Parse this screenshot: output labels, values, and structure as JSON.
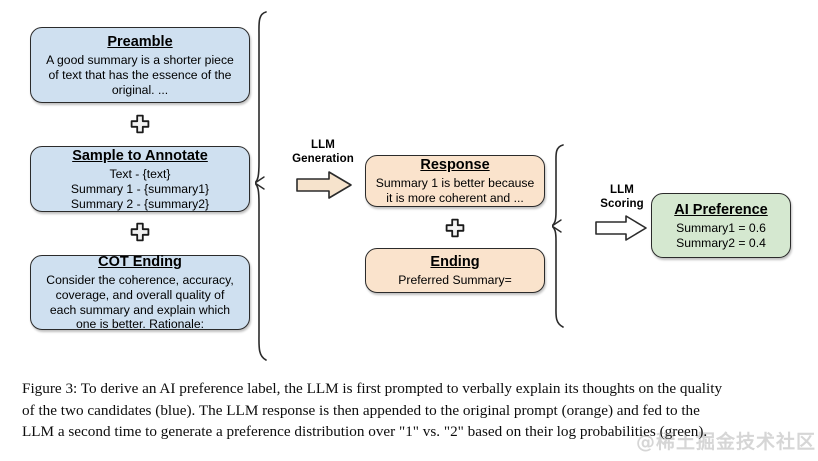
{
  "figure": {
    "number": "Figure 3",
    "caption_lines": [
      "Figure 3: To derive an AI preference label, the LLM is first prompted to verbally explain its thoughts on the quality",
      "of the two candidates (blue). The LLM response is then appended to the original prompt (orange) and fed to the",
      "LLM a second time to generate a preference distribution over \"1\" vs. \"2\" based on their log probabilities (green)."
    ],
    "watermark": "@稀土掘金技术社区"
  },
  "colors": {
    "blue": "#cfe0f0",
    "peach": "#fae3cc",
    "green": "#d5e8d0",
    "outline": "#2b2b2b",
    "arrow_fill_generation": "#f6e3cc",
    "arrow_fill_scoring": "#ffffff"
  },
  "prompt_column": {
    "boxes": [
      {
        "title": "Preamble",
        "lines": [
          "A good summary is a shorter piece",
          "of text that has the essence of the",
          "original. ..."
        ]
      },
      {
        "title": "Sample to Annotate",
        "lines": [
          "Text - {text}",
          "Summary 1 - {summary1}",
          "Summary 2 - {summary2}"
        ]
      },
      {
        "title": "COT Ending",
        "lines": [
          "Consider the coherence, accuracy,",
          "coverage, and overall quality of",
          "each summary and explain which",
          "one is better. Rationale:"
        ]
      }
    ],
    "connector": "+"
  },
  "response_column": {
    "boxes": [
      {
        "title": "Response",
        "lines": [
          "Summary 1 is better because",
          "it is more coherent and ..."
        ]
      },
      {
        "title": "Ending",
        "lines": [
          "Preferred Summary="
        ]
      }
    ],
    "connector": "+"
  },
  "output_column": {
    "boxes": [
      {
        "title": "AI Preference",
        "lines": [
          "Summary1 = 0.6",
          "Summary2 = 0.4"
        ]
      }
    ]
  },
  "steps": [
    {
      "line1": "LLM",
      "line2": "Generation"
    },
    {
      "line1": "LLM",
      "line2": "Scoring"
    }
  ]
}
